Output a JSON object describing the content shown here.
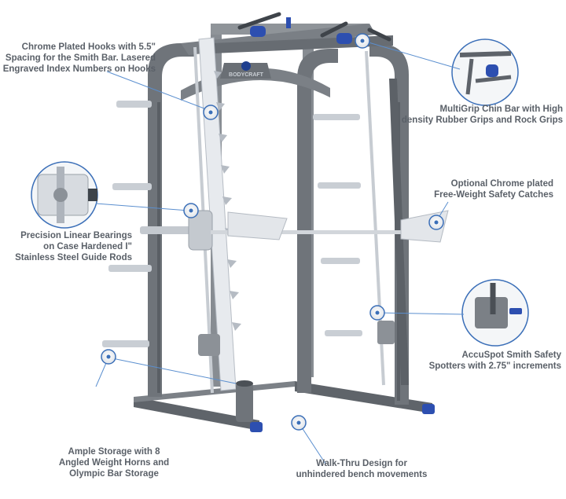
{
  "logo": {
    "brand": "BODYCRAFT"
  },
  "colors": {
    "frame": "#6f747a",
    "frame_dark": "#53585e",
    "accent": "#2d4fb0",
    "chrome": "#e9ecef",
    "text": "#5a6068",
    "callout_line": "#5b8fcf"
  },
  "callouts": [
    {
      "id": "hooks",
      "icon": "callout-marker-icon",
      "lines": [
        "Chrome Plated Hooks with 5.5\"",
        "Spacing for the Smith Bar. Lasered",
        "Engraved Index Numbers on Hooks"
      ]
    },
    {
      "id": "chin",
      "icon": "callout-marker-icon",
      "lines": [
        "MultiGrip Chin Bar with High",
        "density Rubber Grips and Rock Grips"
      ]
    },
    {
      "id": "catches",
      "icon": "callout-marker-icon",
      "lines": [
        "Optional Chrome plated",
        "Free-Weight Safety Catches"
      ]
    },
    {
      "id": "bearings",
      "icon": "callout-marker-icon",
      "lines": [
        "Precision Linear Bearings",
        "on Case Hardened I\"",
        "Stainless Steel Guide Rods"
      ]
    },
    {
      "id": "spotters",
      "icon": "callout-marker-icon",
      "lines": [
        "AccuSpot Smith Safety",
        "Spotters with 2.75\" increments"
      ]
    },
    {
      "id": "storage",
      "icon": "callout-marker-icon",
      "lines": [
        "Ample Storage with 8",
        "Angled Weight Horns and",
        "Olympic Bar Storage"
      ]
    },
    {
      "id": "walkthru",
      "icon": "callout-marker-icon",
      "lines": [
        "Walk-Thru Design for",
        "unhindered bench movements"
      ]
    }
  ]
}
